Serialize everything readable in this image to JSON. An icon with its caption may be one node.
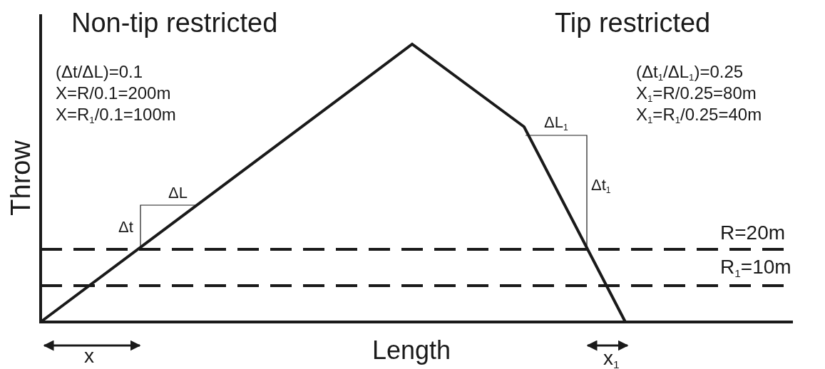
{
  "diagram": {
    "labels": [
      "Non-tip restricted",
      "Tip restricted",
      "(Δt/ΔL)=0.1",
      "X=R/0.1=200m",
      "X=R$_{1}$/0.1=100m",
      "(Δt$_{1}$/ΔL$_{1}$)=0.25",
      "X$_{1}$=R/0.25=80m",
      "X$_{1}$=R$_{1}$/0.25=40m",
      "ΔL$_{1}$",
      "ΔL",
      "Δt$_{1}$",
      "Throw",
      "Δt",
      "R=20m",
      "R$_{1}$=10m",
      "x",
      "Length",
      "x$_{1}$"
    ]
  }
}
